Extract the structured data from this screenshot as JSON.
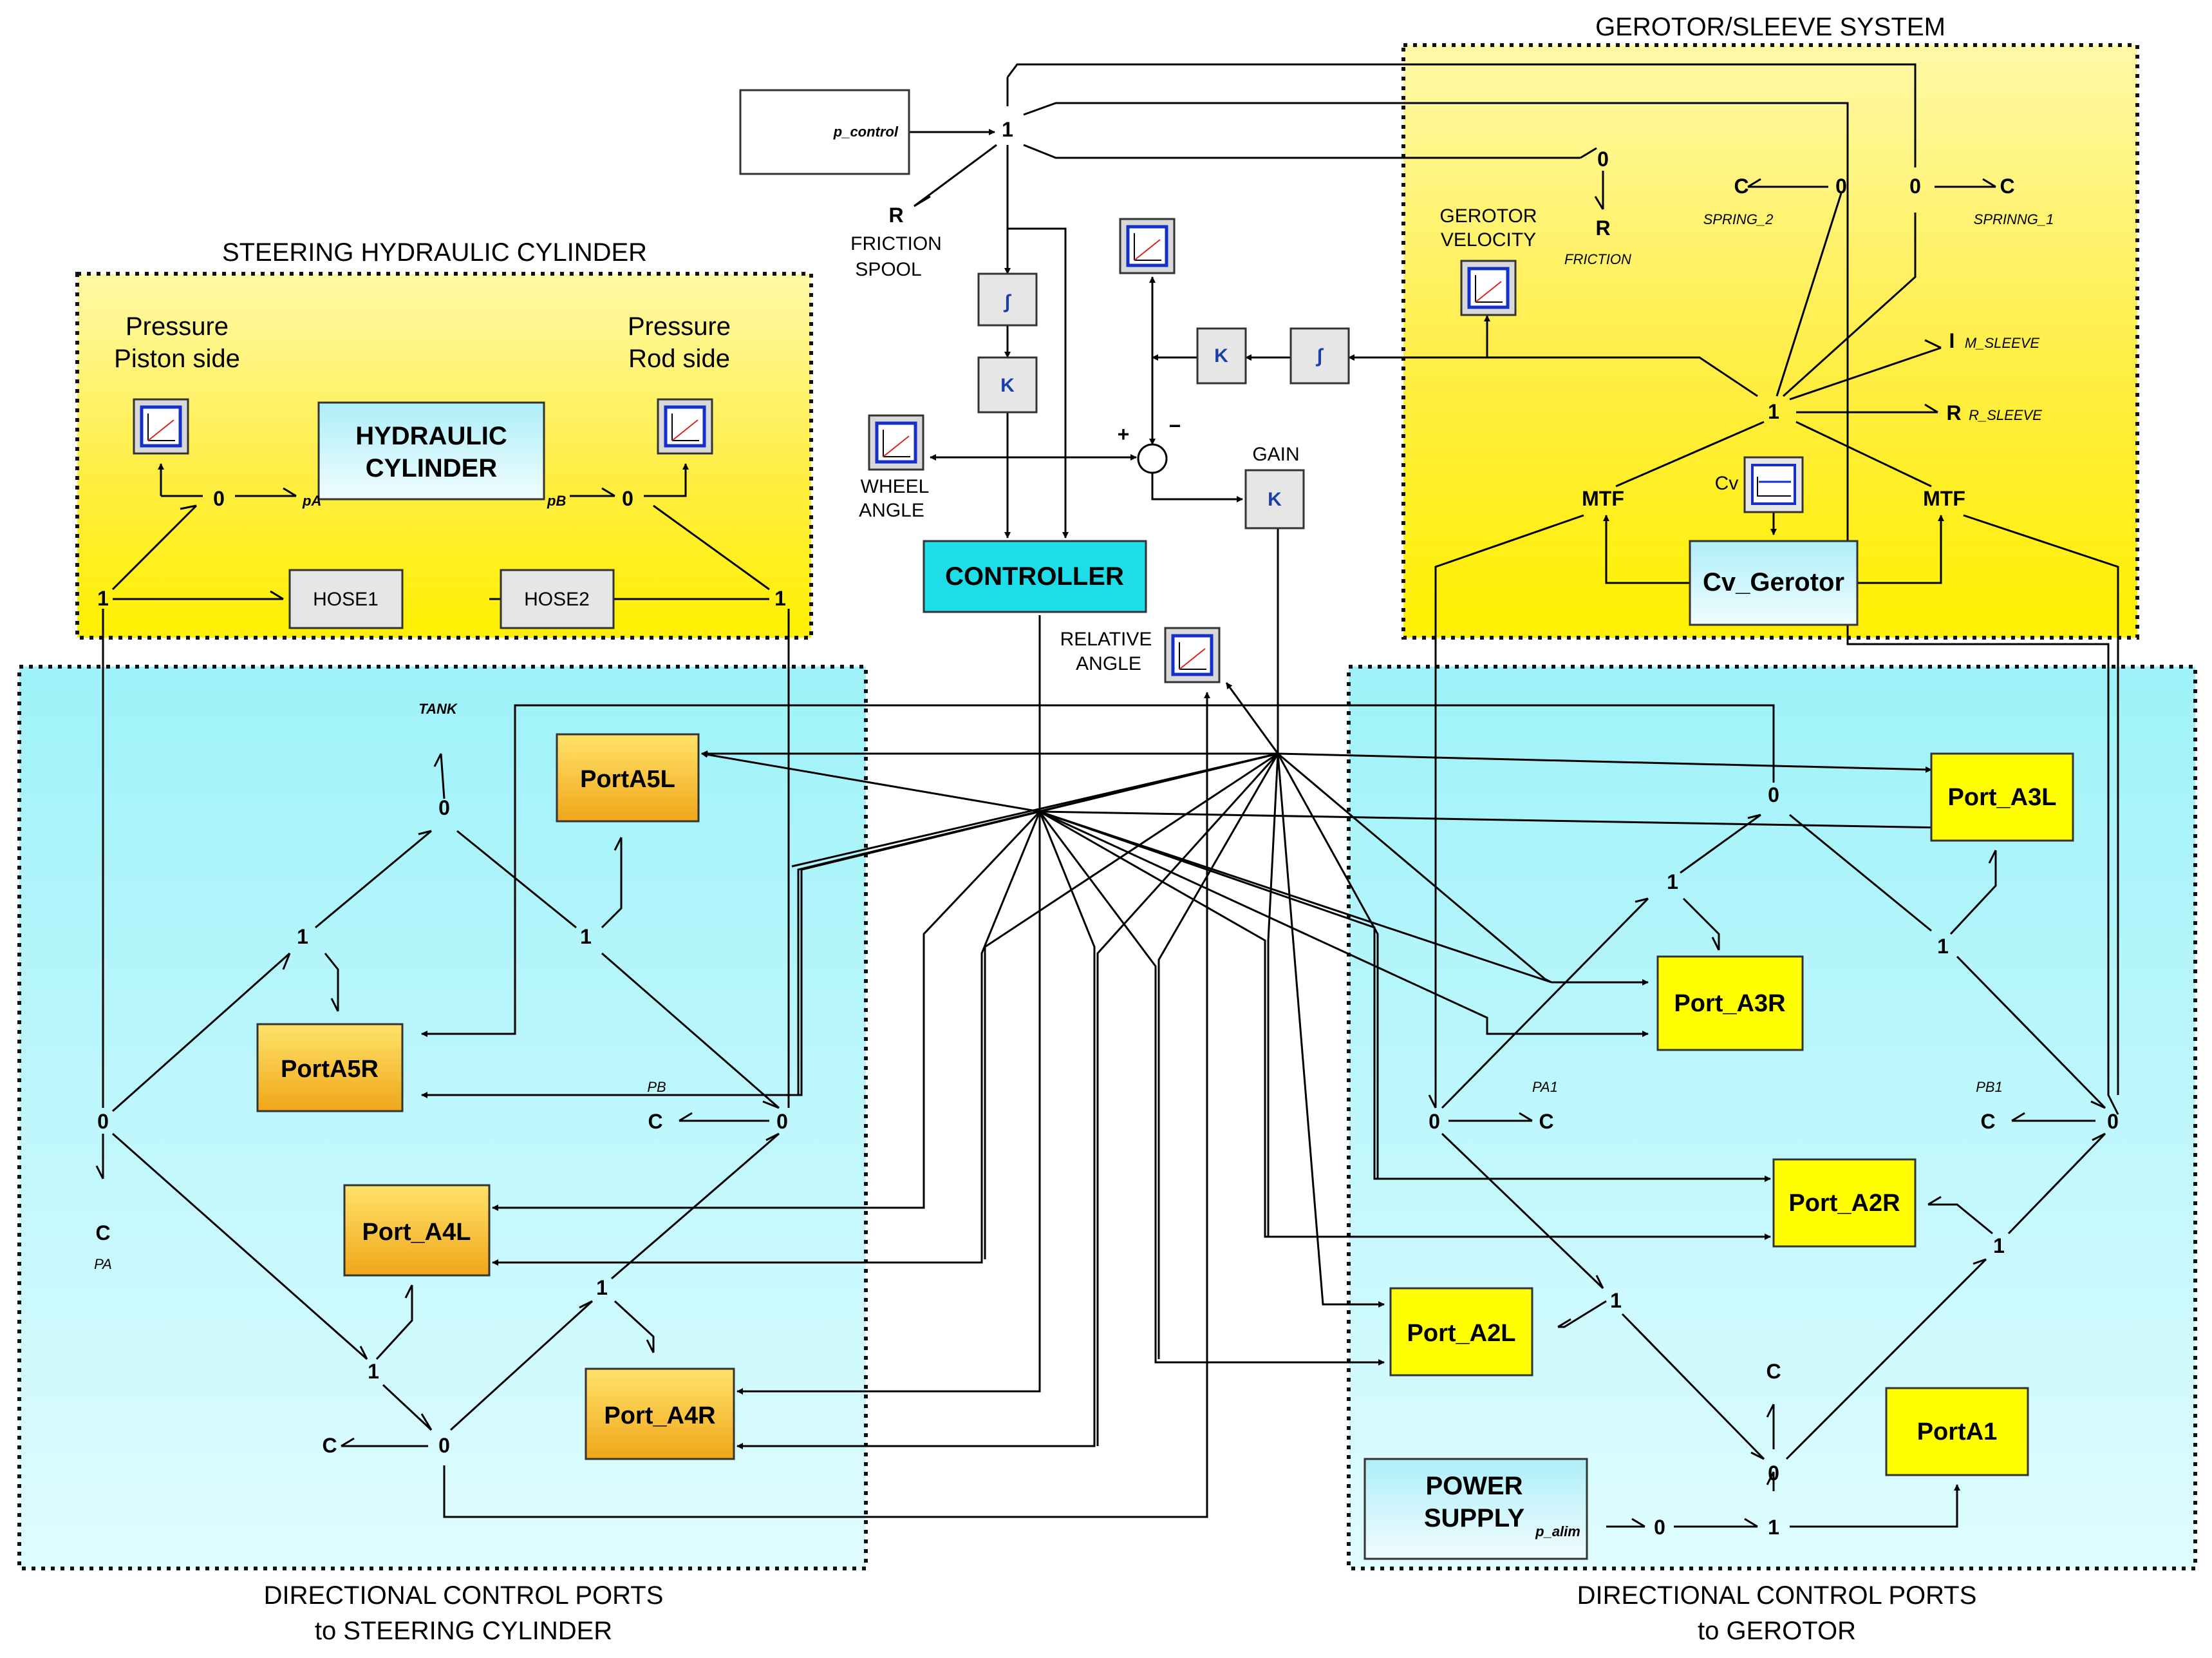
{
  "regions": {
    "cylinder_title": "STEERING HYDRAULIC CYLINDER",
    "gerotor_title": "GEROTOR/SLEEVE SYSTEM",
    "ports_cyl_title_1": "DIRECTIONAL CONTROL PORTS",
    "ports_cyl_title_2": "to STEERING CYLINDER",
    "ports_ger_title_1": "DIRECTIONAL CONTROL PORTS",
    "ports_ger_title_2": "to GEROTOR"
  },
  "blocks": {
    "hydraulic_cylinder_1": "HYDRAULIC",
    "hydraulic_cylinder_2": "CYLINDER",
    "hose1": "HOSE1",
    "hose2": "HOSE2",
    "controller": "CONTROLLER",
    "p_control": "p_control",
    "cv_gerotor": "Cv_Gerotor",
    "power_supply_1": "POWER",
    "power_supply_2": "SUPPLY",
    "p_alim": "p_alim"
  },
  "ports": {
    "a5l": "PortA5L",
    "a5r": "PortA5R",
    "a4l": "Port_A4L",
    "a4r": "Port_A4R",
    "a3l": "Port_A3L",
    "a3r": "Port_A3R",
    "a2r": "Port_A2R",
    "a2l": "Port_A2L",
    "a1": "PortA1"
  },
  "labels": {
    "pressure_piston_1": "Pressure",
    "pressure_piston_2": "Piston side",
    "pressure_rod_1": "Pressure",
    "pressure_rod_2": "Rod side",
    "friction_spool_1": "FRICTION",
    "friction_spool_2": "SPOOL",
    "wheel_angle_1": "WHEEL",
    "wheel_angle_2": "ANGLE",
    "relative_angle_1": "RELATIVE",
    "relative_angle_2": "ANGLE",
    "gain": "GAIN",
    "gerotor_velocity_1": "GEROTOR",
    "gerotor_velocity_2": "VELOCITY",
    "tank": "TANK",
    "cv": "Cv",
    "plus": "+",
    "minus": "−"
  },
  "elements": {
    "zero": "0",
    "one": "1",
    "R": "R",
    "C": "C",
    "I": "I",
    "K": "K",
    "MTF": "MTF",
    "integral": "∫",
    "pA": "pA",
    "pB": "pB",
    "PA": "PA",
    "PB": "PB",
    "PA1": "PA1",
    "PB1": "PB1",
    "friction": "FRICTION",
    "spring_2": "SPRING_2",
    "spring_1": "SPRINNG_1",
    "m_sleeve": "M_SLEEVE",
    "r_sleeve": "R_SLEEVE"
  },
  "colors": {
    "yellow_region": "#ffee33",
    "cyan_region": "#a6f3fa",
    "controller": "#1fdde8",
    "port_orange": "#f2b722",
    "port_yellow": "#ffff00",
    "block_grey": "#e6e6e6",
    "blue_box": "#bdf0f8",
    "lines": "#000000"
  }
}
